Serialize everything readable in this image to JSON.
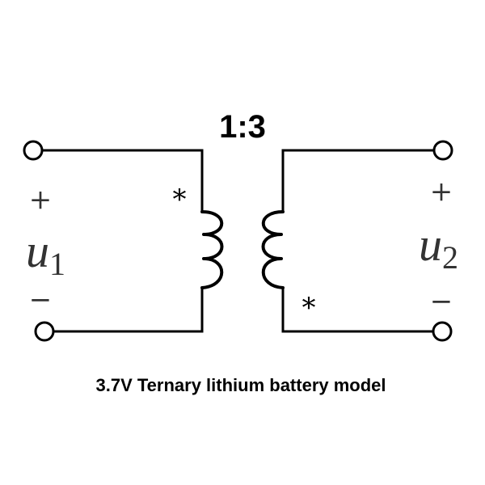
{
  "ratio_label": "1:3",
  "primary": {
    "plus": "+",
    "minus": "−",
    "var": "u",
    "sub": "1",
    "dot": "*"
  },
  "secondary": {
    "plus": "+",
    "minus": "−",
    "var": "u",
    "sub": "2",
    "dot": "*"
  },
  "caption": "3.7V Ternary lithium battery model"
}
